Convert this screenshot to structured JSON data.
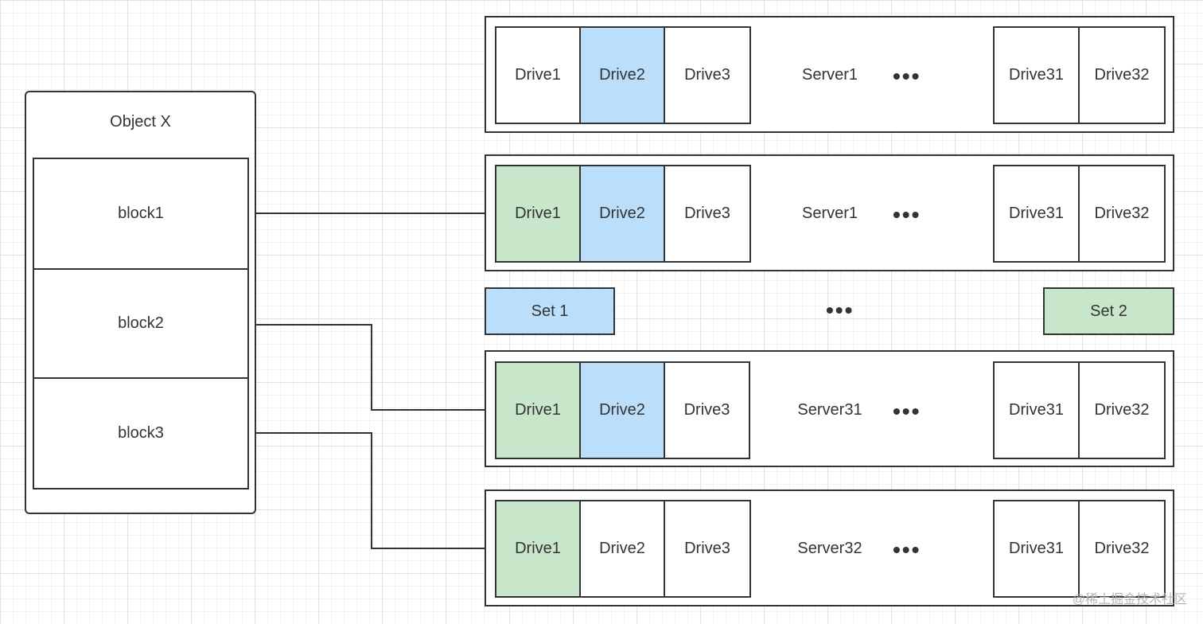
{
  "object": {
    "title": "Object X",
    "blocks": [
      "block1",
      "block2",
      "block3"
    ]
  },
  "servers": [
    {
      "name": "Server1",
      "drives": [
        "Drive1",
        "Drive2",
        "Drive3"
      ],
      "tail_drives": [
        "Drive31",
        "Drive32"
      ],
      "ellipsis": "•••",
      "drive_colors": [
        "white",
        "blue",
        "white"
      ]
    },
    {
      "name": "Server1",
      "drives": [
        "Drive1",
        "Drive2",
        "Drive3"
      ],
      "tail_drives": [
        "Drive31",
        "Drive32"
      ],
      "ellipsis": "•••",
      "drive_colors": [
        "green",
        "blue",
        "white"
      ]
    },
    {
      "name": "Server31",
      "drives": [
        "Drive1",
        "Drive2",
        "Drive3"
      ],
      "tail_drives": [
        "Drive31",
        "Drive32"
      ],
      "ellipsis": "•••",
      "drive_colors": [
        "green",
        "blue",
        "white"
      ]
    },
    {
      "name": "Server32",
      "drives": [
        "Drive1",
        "Drive2",
        "Drive3"
      ],
      "tail_drives": [
        "Drive31",
        "Drive32"
      ],
      "ellipsis": "•••",
      "drive_colors": [
        "green",
        "white",
        "white"
      ]
    }
  ],
  "sets": {
    "set1": "Set 1",
    "set2": "Set 2",
    "between": "•••"
  },
  "colors": {
    "blue_fill": "#bbdefb",
    "green_fill": "#c8e6c9",
    "stroke": "#333333"
  },
  "watermark": "@稀土掘金技术社区"
}
